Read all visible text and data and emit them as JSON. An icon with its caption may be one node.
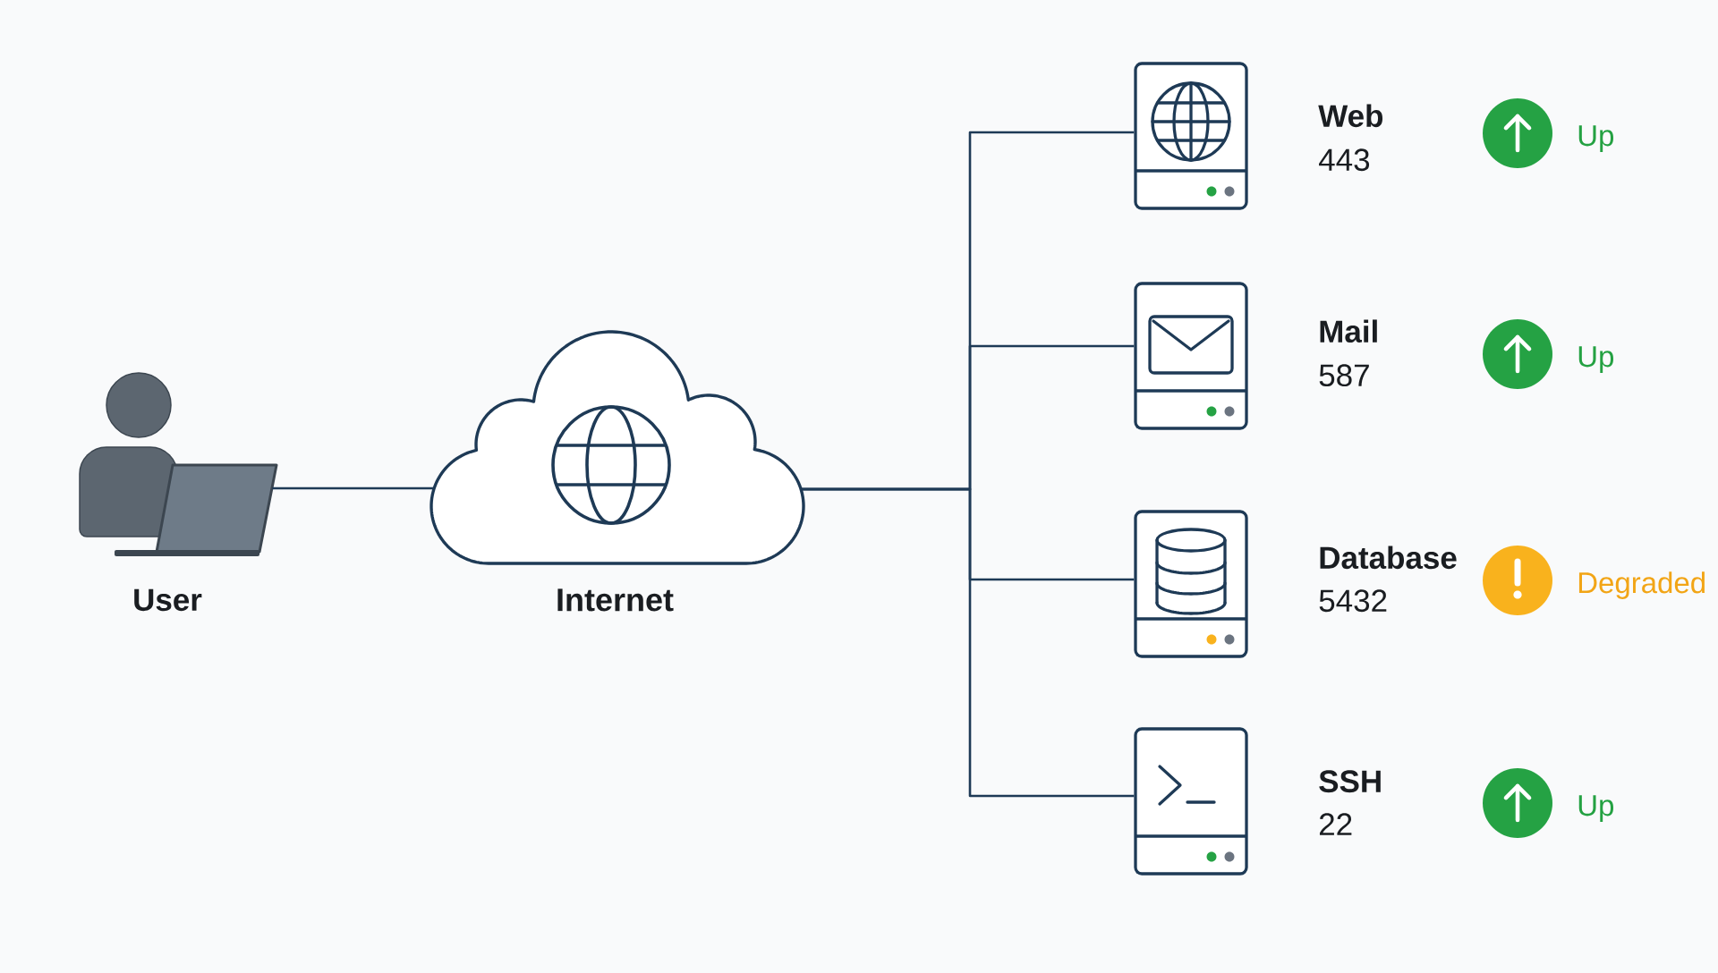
{
  "diagram": {
    "nodes": [
      {
        "text": [
          "User"
        ]
      },
      {
        "text": [
          "Internet"
        ]
      },
      {
        "text": [
          "Web",
          "443"
        ],
        "beside": [
          "Up"
        ]
      },
      {
        "text": [
          "Mail",
          "587"
        ],
        "beside": [
          "Up"
        ]
      },
      {
        "text": [
          "Database",
          "5432"
        ],
        "beside": [
          "Degraded"
        ]
      },
      {
        "text": [
          "SSH",
          "22"
        ],
        "beside": [
          "Up"
        ]
      }
    ],
    "edges": [
      {
        "from": 0,
        "to": 1,
        "arrow": "none"
      },
      {
        "from": 1,
        "to": 2,
        "arrow": "none"
      },
      {
        "from": 1,
        "to": 3,
        "arrow": "none"
      },
      {
        "from": 1,
        "to": 4,
        "arrow": "none"
      },
      {
        "from": 1,
        "to": 5,
        "arrow": "none"
      }
    ]
  }
}
